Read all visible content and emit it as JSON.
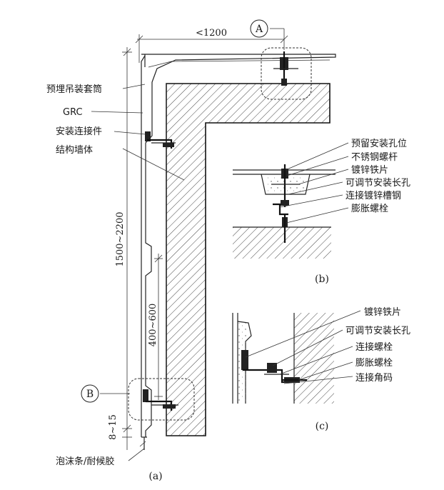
{
  "figure_a": {
    "labels": {
      "embedded_sleeve": "预埋吊装套筒",
      "grc": "GRC",
      "connector": "安装连接件",
      "structural_wall": "结构墙体",
      "foam_sealant": "泡沫条/耐候胶"
    },
    "dimensions": {
      "top_width": "<1200",
      "panel_height": "1500~2200",
      "connector_spacing": "400~600",
      "bottom_gap": "8~15"
    },
    "callout_a": "A",
    "callout_b": "B",
    "caption": "(a)"
  },
  "figure_b": {
    "labels": {
      "reserved_hole": "预留安装孔位",
      "stainless_rod": "不锈钢螺杆",
      "galv_plate": "镀锌铁片",
      "adjustable_slot": "可调节安装长孔",
      "galv_channel": "连接镀锌槽钢",
      "expansion_bolt": "膨胀螺栓"
    },
    "caption": "(b)"
  },
  "figure_c": {
    "labels": {
      "galv_plate": "镀锌铁片",
      "adjustable_slot": "可调节安装长孔",
      "connecting_bolt": "连接螺栓",
      "expansion_bolt": "膨胀螺栓",
      "angle_bracket": "连接角码"
    },
    "caption": "(c)"
  }
}
